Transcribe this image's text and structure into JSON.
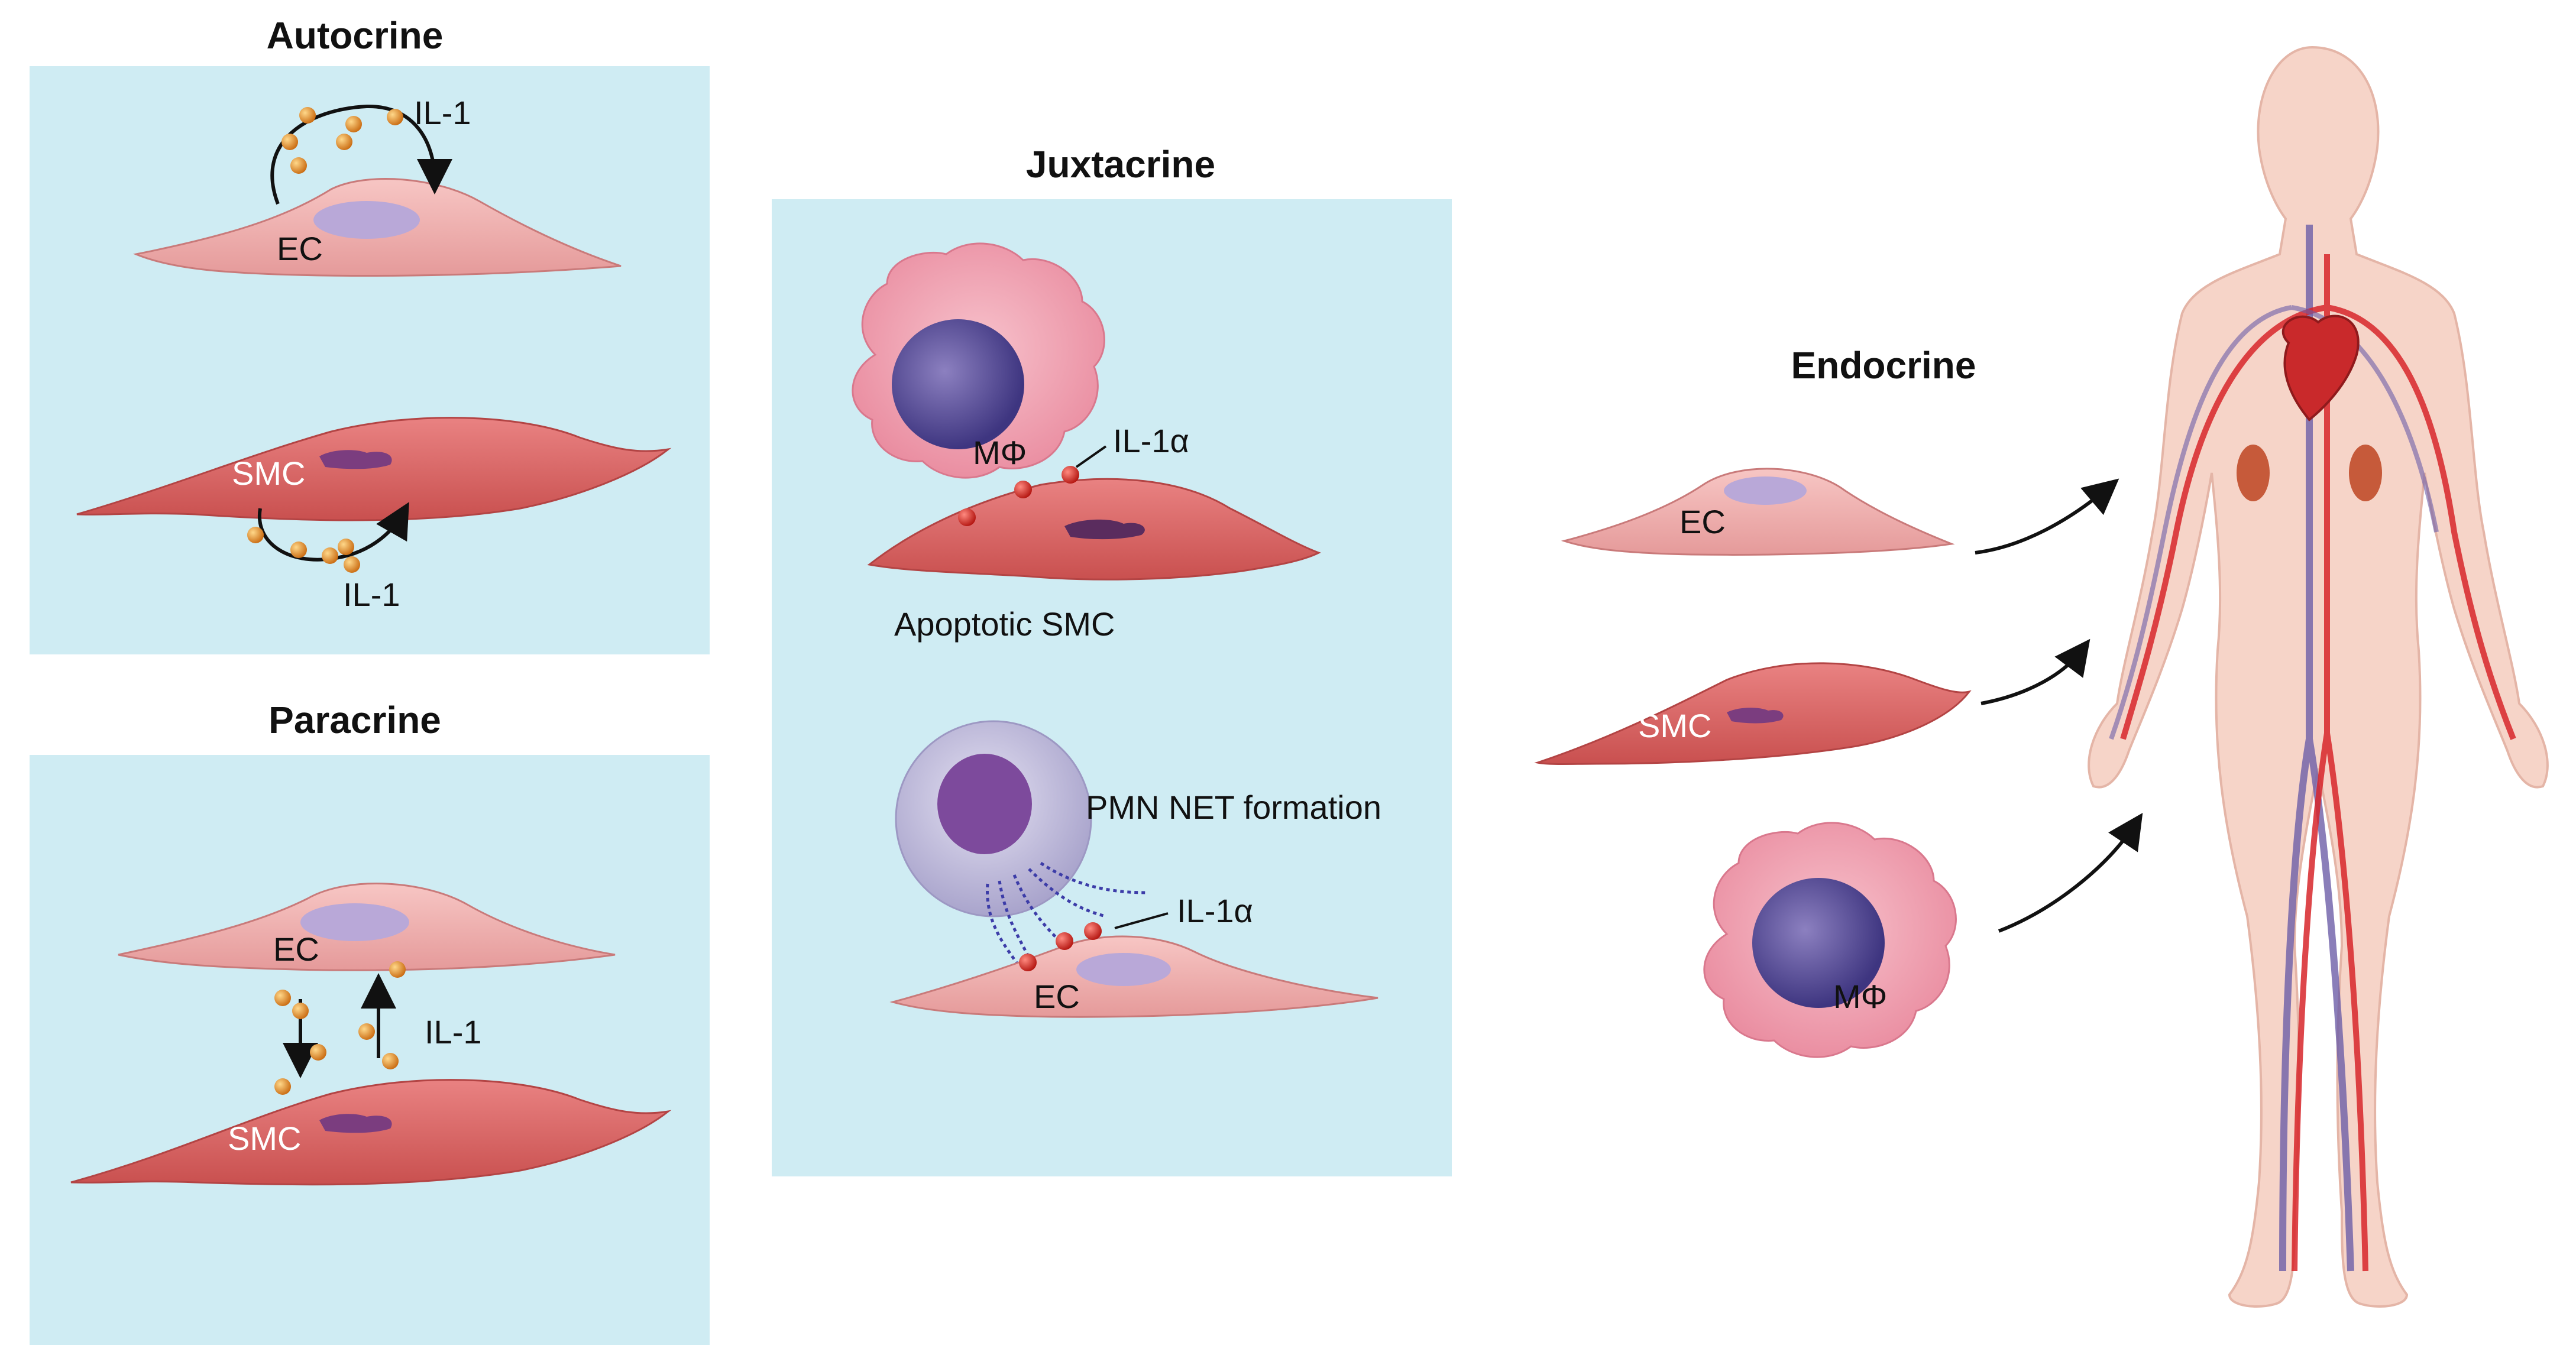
{
  "panels": {
    "autocrine": {
      "title": "Autocrine",
      "il1_top": "IL-1",
      "ec": "EC",
      "smc": "SMC",
      "il1_bottom": "IL-1"
    },
    "paracrine": {
      "title": "Paracrine",
      "ec": "EC",
      "smc": "SMC",
      "il1": "IL-1"
    },
    "juxtacrine": {
      "title": "Juxtacrine",
      "macrophage": "MΦ",
      "il1a_top": "IL-1α",
      "apoptotic_smc": "Apoptotic SMC",
      "pmn_net": "PMN NET formation",
      "il1a_bottom": "IL-1α",
      "ec": "EC"
    },
    "endocrine": {
      "title": "Endocrine",
      "ec": "EC",
      "smc": "SMC",
      "macrophage": "MΦ"
    }
  },
  "colors": {
    "panel_bg": "#cfecf3",
    "ec_cell": "#f3b6b6",
    "smc_cell": "#de6b6b",
    "nucleus": "#b9a8d8",
    "smc_nucleus": "#7b3d7f",
    "cytokine": "#e08a1f",
    "il1a_dot": "#d8231c",
    "macrophage": "#f2a5b5",
    "pmn": "#c9c6e0",
    "body": "#f6d2c6",
    "artery": "#d7262a",
    "vein": "#6d5ea8"
  }
}
